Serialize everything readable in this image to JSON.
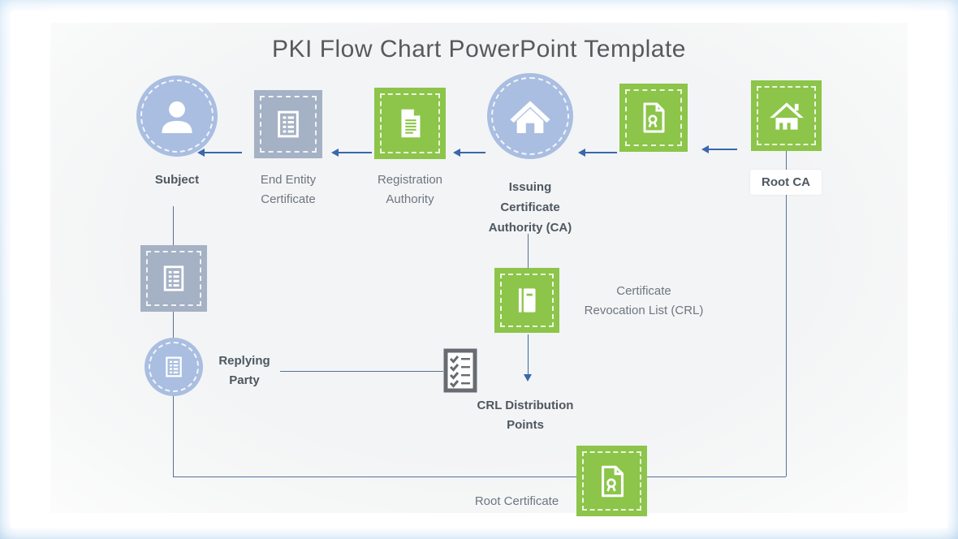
{
  "title": "PKI Flow Chart PowerPoint Template",
  "colors": {
    "accent_green": "#8cc549",
    "node_blue": "#a9bee1",
    "node_gray": "#a5b1c4",
    "arrow_blue": "#3a67ad",
    "connector_line": "#54719b",
    "frame_blue": "#a9cdeb",
    "title_text": "#58595c",
    "label_bold": "#4e5760",
    "label_muted": "#6e7680"
  },
  "nodes": {
    "subject": {
      "label": "Subject",
      "icon": "user-icon"
    },
    "end_entity_certificate": {
      "lines": [
        "End Entity",
        "Certificate"
      ],
      "icon": "list-document-icon"
    },
    "registration_authority": {
      "lines": [
        "Registration",
        "Authority"
      ],
      "icon": "document-icon"
    },
    "issuing_ca": {
      "lines": [
        "Issuing",
        "Certificate",
        "Authority (CA)"
      ],
      "icon": "home-icon"
    },
    "issued_certificate": {
      "icon": "certificate-icon"
    },
    "root_ca": {
      "label": "Root CA",
      "icon": "house-icon"
    },
    "subject_certificate": {
      "icon": "list-document-icon"
    },
    "replying_party": {
      "lines": [
        "Replying",
        "Party"
      ],
      "icon": "small-document-icon"
    },
    "certificate_revocation_list": {
      "lines": [
        "Certificate",
        "Revocation List (CRL)"
      ],
      "icon": "book-icon"
    },
    "crl_distribution_points": {
      "lines": [
        "CRL Distribution",
        "Points"
      ],
      "icon": "checklist-icon"
    },
    "root_certificate": {
      "label": "Root Certificate",
      "icon": "certificate-icon"
    }
  }
}
